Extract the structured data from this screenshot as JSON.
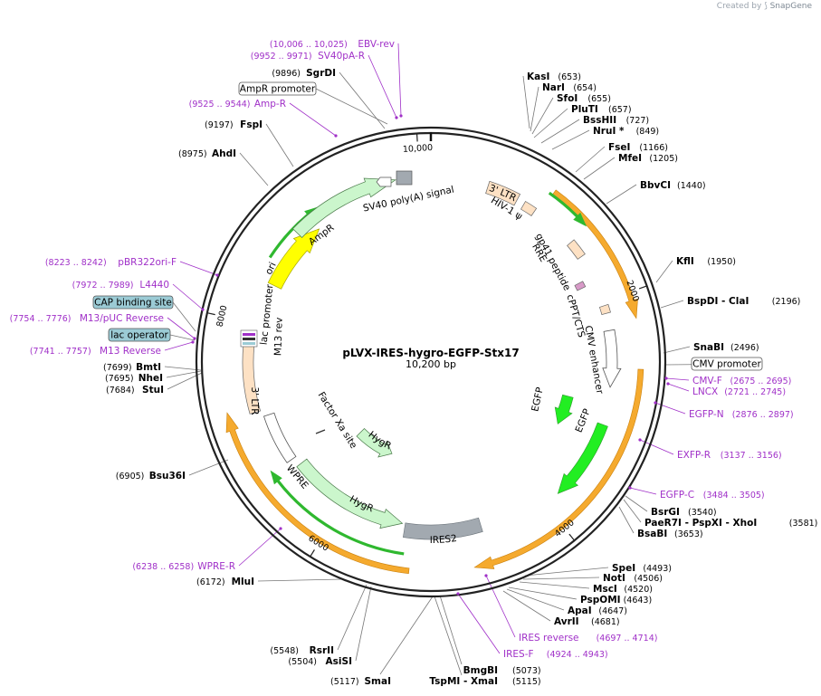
{
  "credit": {
    "prefix": "Created by",
    "brand": "SnapGene"
  },
  "plasmid": {
    "name": "pLVX-IRES-hygro-EGFP-Stx17",
    "size": "10,200 bp"
  },
  "ticks": [
    "10,000",
    "2000",
    "4000",
    "6000",
    "8000"
  ],
  "sites": [
    {
      "name": "KasI",
      "pos": "(653)"
    },
    {
      "name": "NarI",
      "pos": "(654)"
    },
    {
      "name": "SfoI",
      "pos": "(655)"
    },
    {
      "name": "PluTI",
      "pos": "(657)"
    },
    {
      "name": "BssHII",
      "pos": "(727)"
    },
    {
      "name": "NruI *",
      "pos": "(849)"
    },
    {
      "name": "FseI",
      "pos": "(1166)"
    },
    {
      "name": "MfeI",
      "pos": "(1205)"
    },
    {
      "name": "BbvCI",
      "pos": "(1440)"
    },
    {
      "name": "KflI",
      "pos": "(1950)"
    },
    {
      "name": "BspDI  - ClaI",
      "pos": "(2196)"
    },
    {
      "name": "SnaBI",
      "pos": "(2496)"
    },
    {
      "name": "BsrGI",
      "pos": "(3540)"
    },
    {
      "name": "PaeR7I  - PspXI  - XhoI",
      "pos": "(3581)"
    },
    {
      "name": "BsaBI",
      "pos": "(3653)"
    },
    {
      "name": "SpeI",
      "pos": "(4493)"
    },
    {
      "name": "NotI",
      "pos": "(4506)"
    },
    {
      "name": "MscI",
      "pos": "(4520)"
    },
    {
      "name": "PspOMI",
      "pos": "(4643)"
    },
    {
      "name": "ApaI",
      "pos": "(4647)"
    },
    {
      "name": "AvrII",
      "pos": "(4681)"
    },
    {
      "name": "BmgBI",
      "pos": "(5073)"
    },
    {
      "name": "TspMI  - XmaI",
      "pos": "(5115)"
    },
    {
      "name": "SmaI",
      "pos": "(5117)"
    },
    {
      "name": "AsiSI",
      "pos": "(5504)"
    },
    {
      "name": "RsrII",
      "pos": "(5548)"
    },
    {
      "name": "MluI",
      "pos": "(6172)"
    },
    {
      "name": "Bsu36I",
      "pos": "(6905)"
    },
    {
      "name": "StuI",
      "pos": "(7684)"
    },
    {
      "name": "NheI",
      "pos": "(7695)"
    },
    {
      "name": "BmtI",
      "pos": "(7699)"
    },
    {
      "name": "AhdI",
      "pos": "(8975)"
    },
    {
      "name": "FspI",
      "pos": "(9197)"
    },
    {
      "name": "SgrDI",
      "pos": "(9896)"
    }
  ],
  "primers": [
    {
      "name": "EBV-rev",
      "range": "(10,006 .. 10,025)"
    },
    {
      "name": "SV40pA-R",
      "range": "(9952 .. 9971)"
    },
    {
      "name": "Amp-R",
      "range": "(9525 .. 9544)"
    },
    {
      "name": "pBR322ori-F",
      "range": "(8223 .. 8242)"
    },
    {
      "name": "L4440",
      "range": "(7972 .. 7989)"
    },
    {
      "name": "M13/pUC Reverse",
      "range": "(7754 .. 7776)"
    },
    {
      "name": "M13 Reverse",
      "range": "(7741 .. 7757)"
    },
    {
      "name": "CMV-F",
      "range": "(2675 .. 2695)"
    },
    {
      "name": "LNCX",
      "range": "(2721 .. 2745)"
    },
    {
      "name": "EGFP-N",
      "range": "(2876 .. 2897)"
    },
    {
      "name": "EXFP-R",
      "range": "(3137 .. 3156)"
    },
    {
      "name": "EGFP-C",
      "range": "(3484 .. 3505)"
    },
    {
      "name": "IRES reverse",
      "range": "(4697 .. 4714)"
    },
    {
      "name": "IRES-F",
      "range": "(4924 .. 4943)"
    },
    {
      "name": "WPRE-R",
      "range": "(6238 .. 6258)"
    }
  ],
  "boxed_labels": [
    "AmpR promoter",
    "CAP binding site",
    "lac operator",
    "CMV promoter"
  ],
  "features": [
    "3' LTR",
    "HIV-1 ψ",
    "RRE",
    "gp41 peptide",
    "cPPT/CTS",
    "CMV enhancer",
    "EGFP",
    "EGFP",
    "IRES2",
    "HygR",
    "HygR",
    "WPRE",
    "Factor Xa site",
    "3' LTR",
    "lac promoter",
    "M13 rev",
    "ori",
    "AmpR",
    "SV40 poly(A) signal"
  ],
  "colors": {
    "primer": "#a030c8",
    "ltr": "#fde1c4",
    "ampr": "#cbf6cc",
    "ori": "#ffff00",
    "egfp": "#22ee22",
    "ires": "#a2a9b0",
    "orf_arc": "#f5a623",
    "orf_inner": "#2fb82f",
    "box_teal": "#9bcbd5"
  }
}
